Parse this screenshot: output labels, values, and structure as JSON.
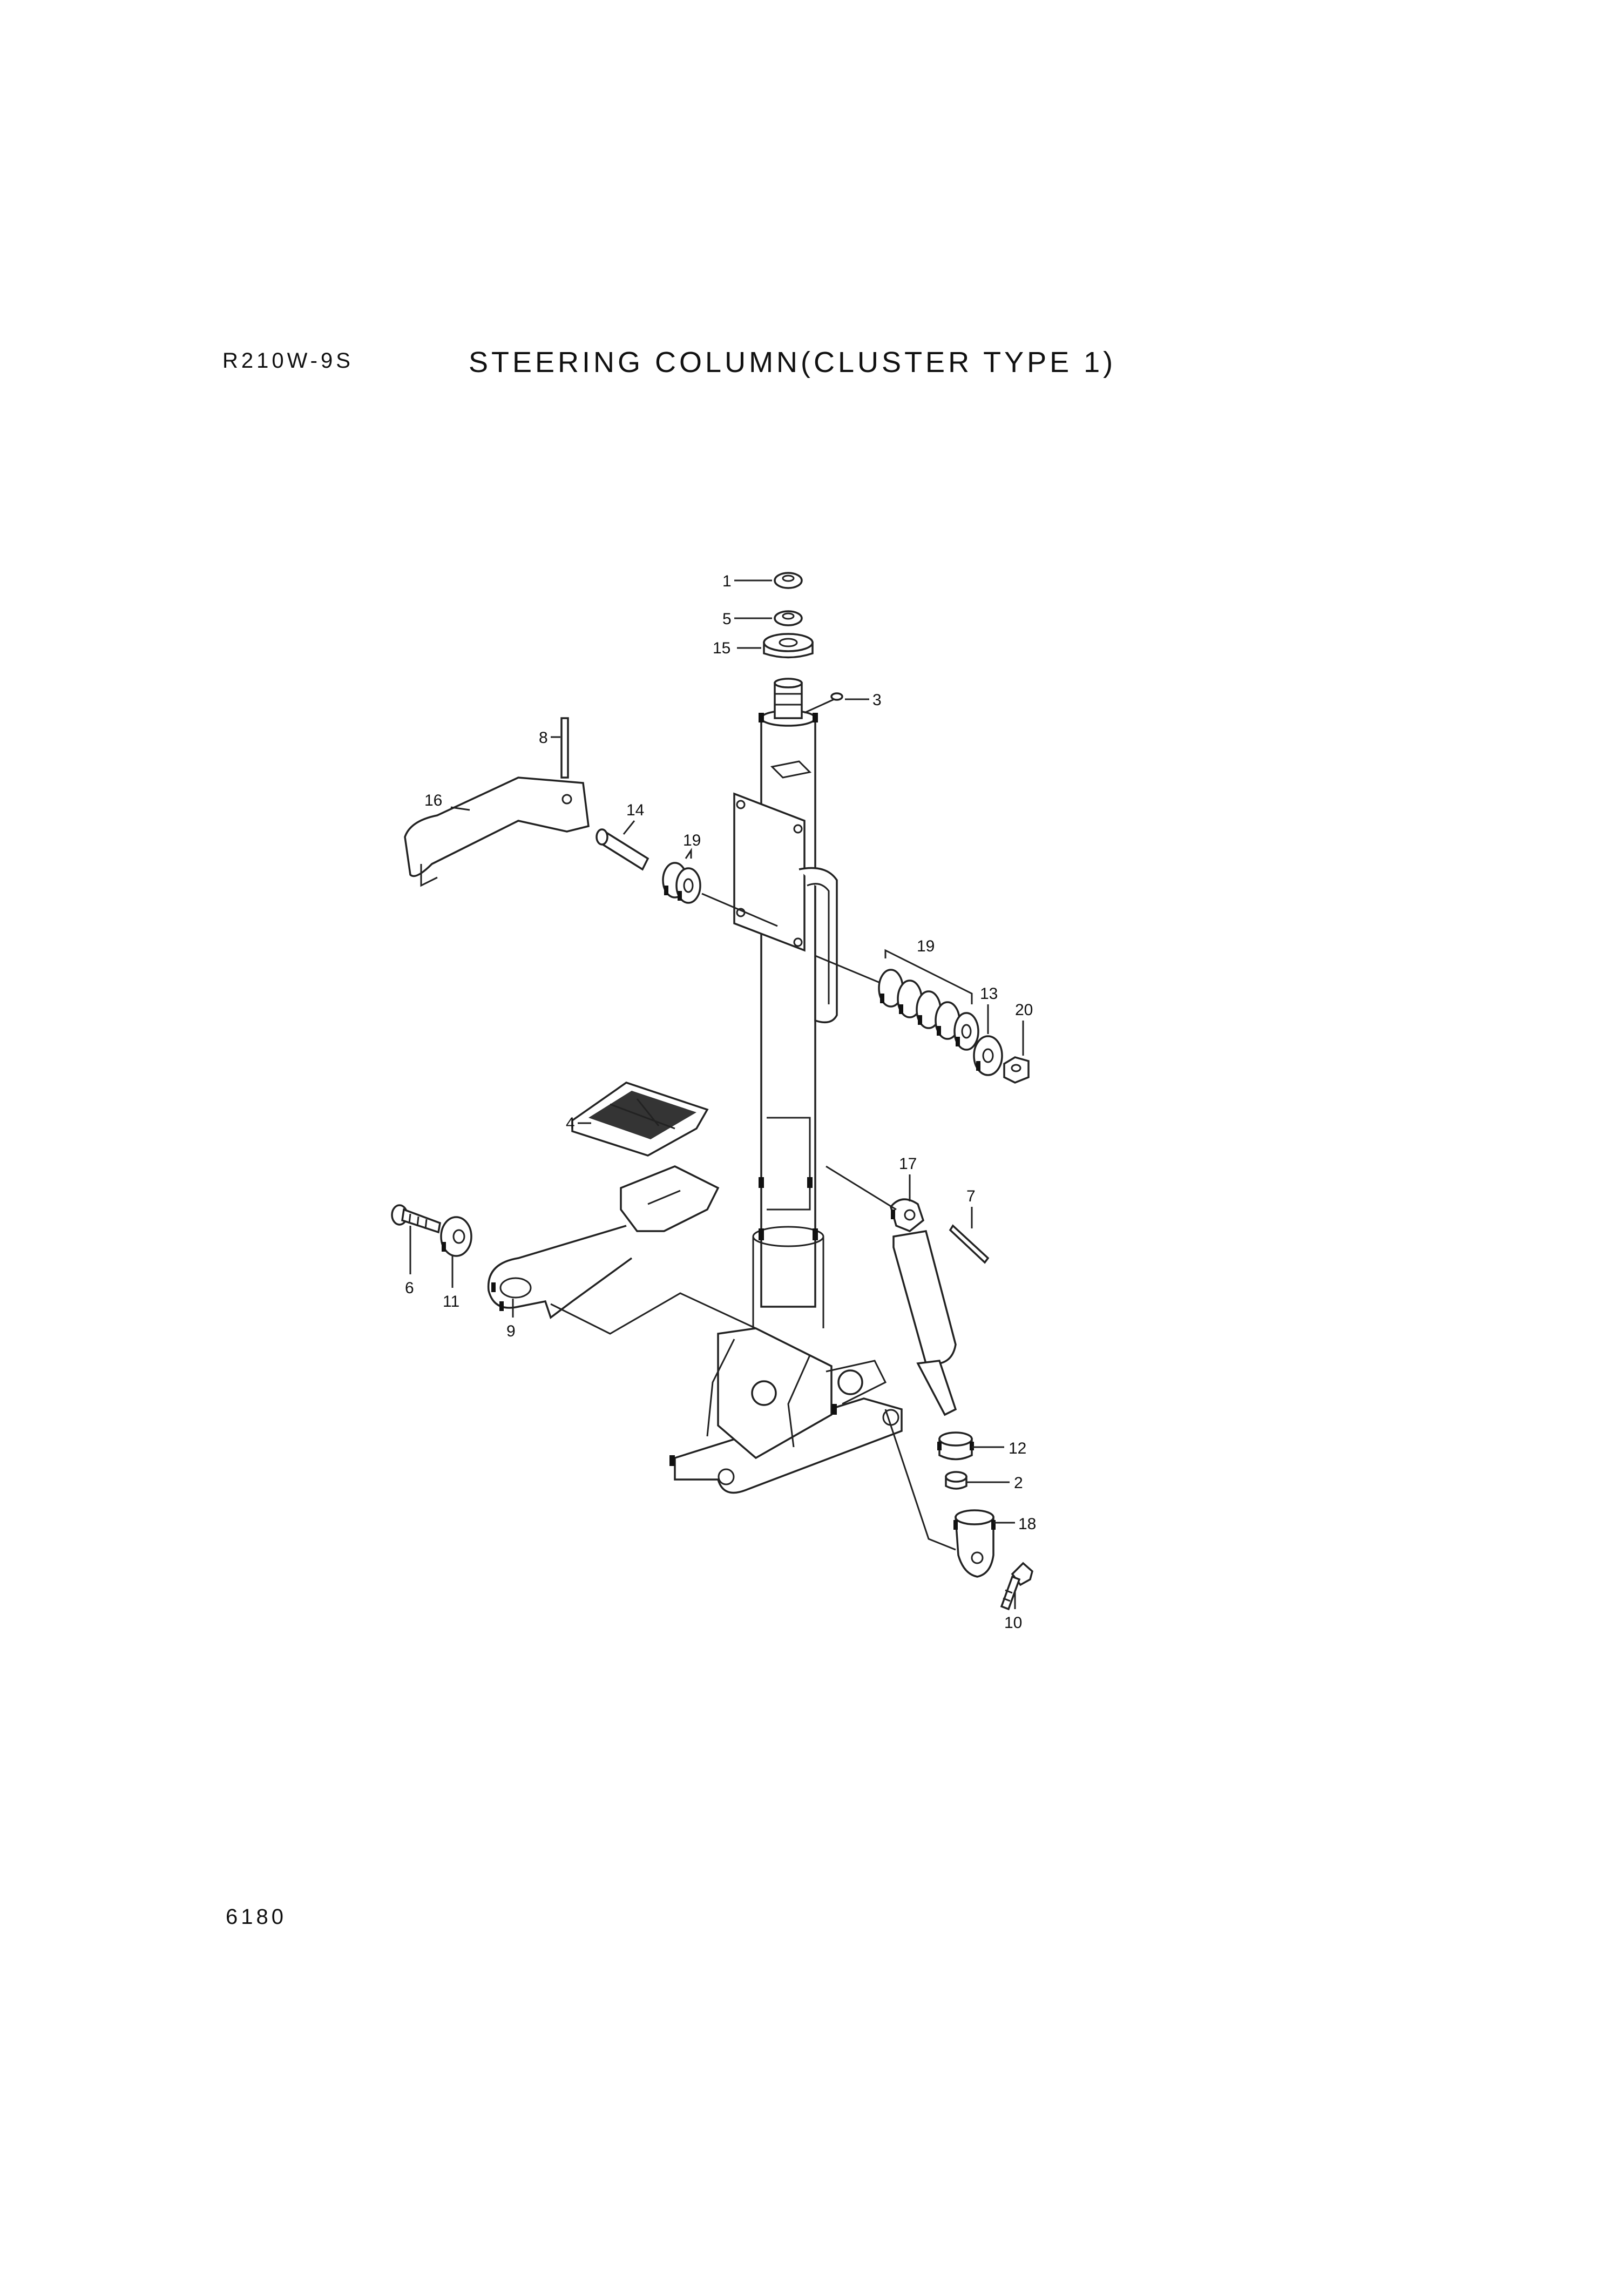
{
  "header": {
    "model": "R210W-9S",
    "title": "STEERING COLUMN(CLUSTER TYPE 1)"
  },
  "footer": {
    "page_number": "6180"
  },
  "callouts": {
    "c1": "1",
    "c2": "2",
    "c3": "3",
    "c4": "4",
    "c5": "5",
    "c6": "6",
    "c7": "7",
    "c8": "8",
    "c9": "9",
    "c10": "10",
    "c11": "11",
    "c12": "12",
    "c13": "13",
    "c14": "14",
    "c15": "15",
    "c16": "16",
    "c17": "17",
    "c18": "18",
    "c19a": "19",
    "c19b": "19",
    "c20": "20"
  }
}
